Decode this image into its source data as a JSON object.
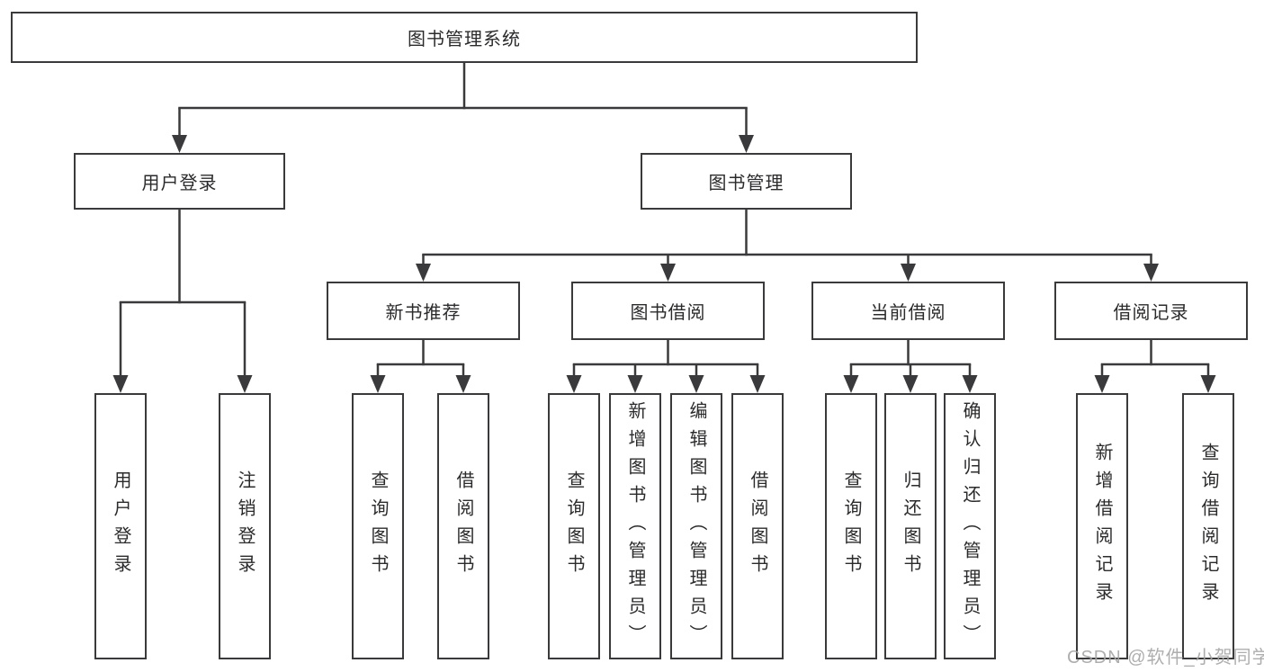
{
  "diagram": {
    "root": "图书管理系统",
    "level2": [
      {
        "label": "用户登录",
        "children": [
          "用户登录",
          "注销登录"
        ]
      },
      {
        "label": "图书管理"
      }
    ],
    "level3": [
      {
        "label": "新书推荐",
        "children": [
          "查询图书",
          "借阅图书"
        ]
      },
      {
        "label": "图书借阅",
        "children": [
          "查询图书",
          "新增图书（管理员）",
          "编辑图书（管理员）",
          "借阅图书"
        ]
      },
      {
        "label": "当前借阅",
        "children": [
          "查询图书",
          "归还图书",
          "确认归还（管理员）"
        ]
      },
      {
        "label": "借阅记录",
        "children": [
          "新增借阅记录",
          "查询借阅记录"
        ]
      }
    ],
    "watermark": "CSDN @软件_小贺同学",
    "colors": {
      "line": "#3a3a3c",
      "text": "#2b2b2d",
      "background": "#ffffff",
      "watermark": "#a5a5a5"
    }
  }
}
